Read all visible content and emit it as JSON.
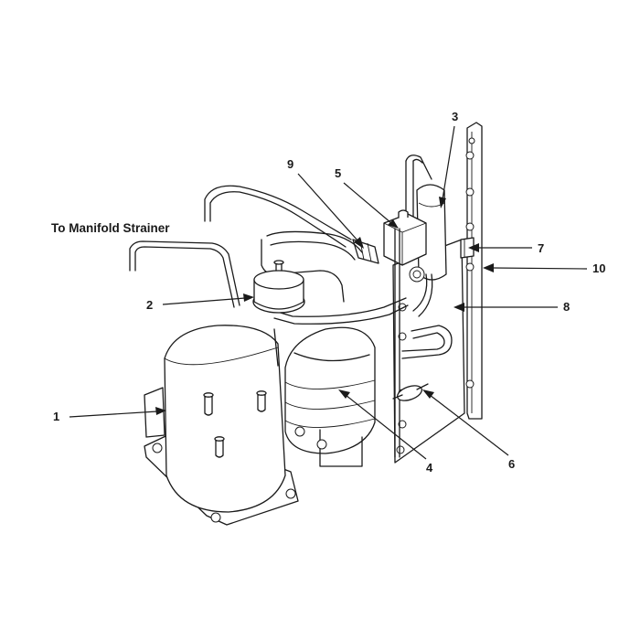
{
  "diagram": {
    "caption": "To Manifold Strainer",
    "callouts": [
      {
        "id": "1",
        "label": "1"
      },
      {
        "id": "2",
        "label": "2"
      },
      {
        "id": "3",
        "label": "3"
      },
      {
        "id": "4",
        "label": "4"
      },
      {
        "id": "5",
        "label": "5"
      },
      {
        "id": "6",
        "label": "6"
      },
      {
        "id": "7",
        "label": "7"
      },
      {
        "id": "8",
        "label": "8"
      },
      {
        "id": "9",
        "label": "9"
      },
      {
        "id": "10",
        "label": "10"
      }
    ],
    "colors": {
      "line": "#1a1a1a",
      "background": "#ffffff"
    }
  }
}
